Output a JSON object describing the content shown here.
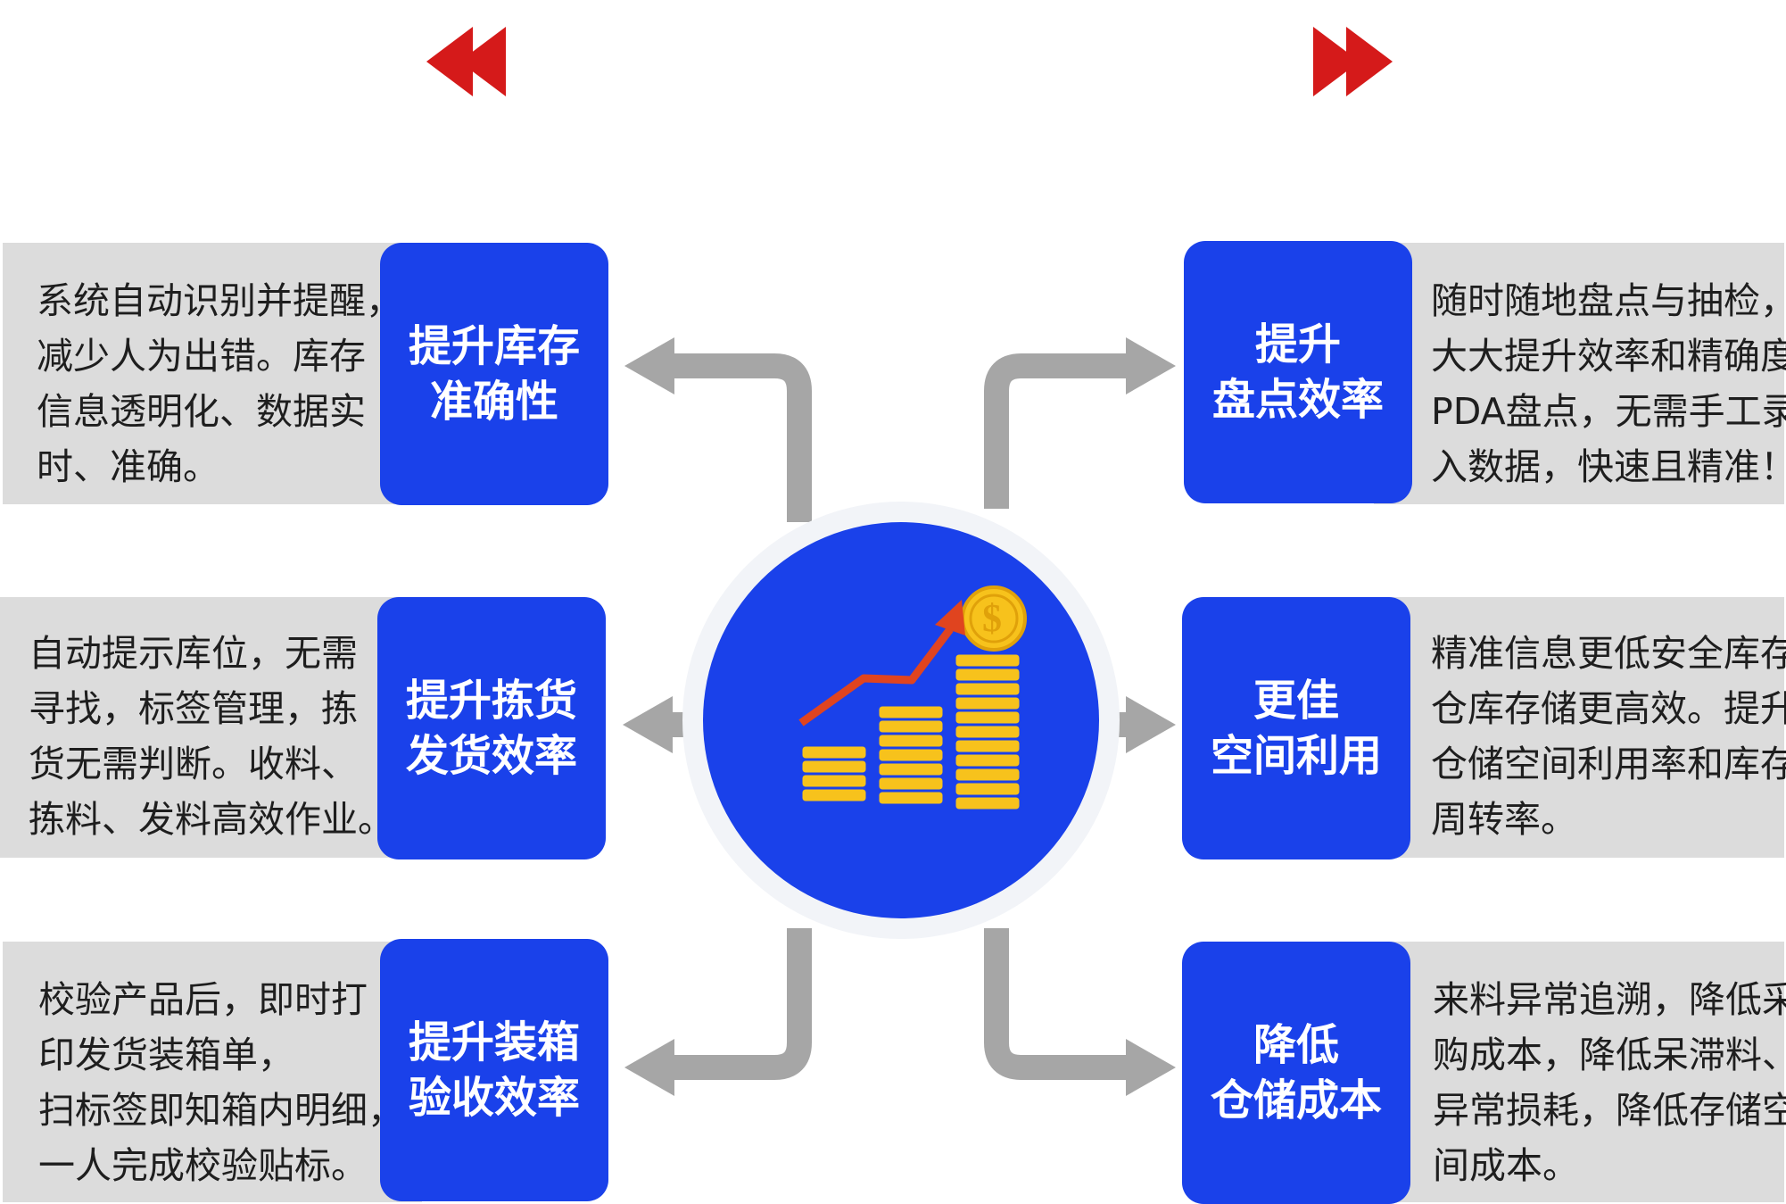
{
  "colors": {
    "tile": "#1a41ea",
    "panel": "#dcdcdc",
    "arrow": "#a6a6a6",
    "nav_arrow": "#d51a1a",
    "coin": "#f7c21c"
  },
  "nav": {
    "left_icon": "double-chevron-left-icon",
    "right_icon": "double-chevron-right-icon"
  },
  "center": {
    "icon": "money-growth-icon",
    "coin_symbol": "$"
  },
  "left": [
    {
      "title": [
        "提升库存",
        "准确性"
      ],
      "desc": [
        "系统自动识别并提醒，",
        "减少人为出错。库存",
        "信息透明化、数据实",
        "时、准确。"
      ]
    },
    {
      "title": [
        "提升拣货",
        "发货效率"
      ],
      "desc": [
        "自动提示库位，无需",
        "寻找，标签管理，拣",
        "货无需判断。收料、",
        "拣料、发料高效作业。"
      ]
    },
    {
      "title": [
        "提升装箱",
        "验收效率"
      ],
      "desc": [
        "校验产品后，即时打",
        "印发货装箱单，",
        "扫标签即知箱内明细，",
        "一人完成校验贴标。"
      ]
    }
  ],
  "right": [
    {
      "title": [
        "提升",
        "盘点效率"
      ],
      "desc": [
        "随时随地盘点与抽检，",
        "大大提升效率和精确度",
        "PDA盘点，无需手工录",
        "入数据，快速且精准！"
      ]
    },
    {
      "title": [
        "更佳",
        "空间利用"
      ],
      "desc": [
        "精准信息更低安全库存，",
        "仓库存储更高效。提升",
        "仓储空间利用率和库存",
        "周转率。"
      ]
    },
    {
      "title": [
        "降低",
        "仓储成本"
      ],
      "desc": [
        "来料异常追溯，降低采",
        "购成本，降低呆滞料、",
        "异常损耗，降低存储空",
        "间成本。"
      ]
    }
  ]
}
